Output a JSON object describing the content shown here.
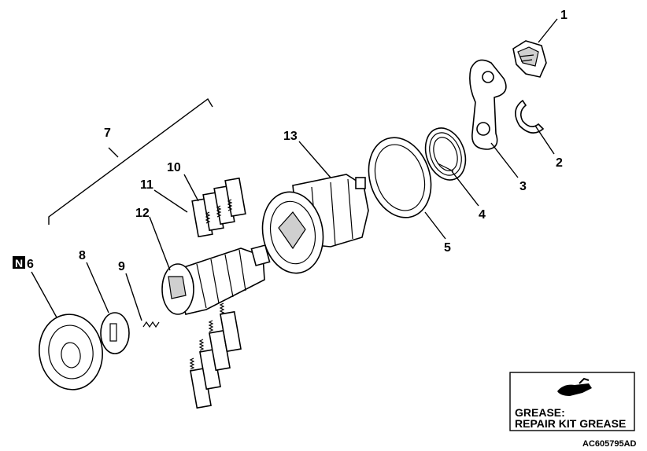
{
  "callouts": {
    "c1": "1",
    "c2": "2",
    "c3": "3",
    "c4": "4",
    "c5": "5",
    "c6": "6",
    "c7": "7",
    "c8": "8",
    "c9": "9",
    "c10": "10",
    "c11": "11",
    "c12": "12",
    "c13": "13"
  },
  "badge_letter": "N",
  "legend": {
    "icon": "grease-gun-icon",
    "line1": "GREASE:",
    "line2": "REPAIR KIT GREASE"
  },
  "reference_code": "AC605795AD"
}
